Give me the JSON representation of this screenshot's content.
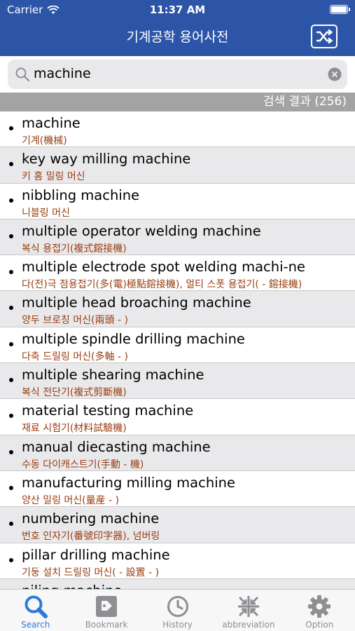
{
  "status": {
    "carrier": "Carrier",
    "time": "11:37 AM"
  },
  "header": {
    "title": "기계공학 용어사전"
  },
  "search": {
    "query": "machine"
  },
  "results": {
    "label": "검색 결과 (256)"
  },
  "items": [
    {
      "en": "machine",
      "ko": "기계(機械)"
    },
    {
      "en": "key way milling machine",
      "ko": "키 홈 밀링 머신"
    },
    {
      "en": "nibbling machine",
      "ko": "니블링 머신"
    },
    {
      "en": "multiple operator welding machine",
      "ko": "복식 용접기(複式鎔接機)"
    },
    {
      "en": "multiple electrode spot welding machi-ne",
      "ko": "다(전)극 점용접기(多(電)極點鎔接機), 멀티 스폿 용접기( - 鎔接機)"
    },
    {
      "en": "multiple head broaching machine",
      "ko": "양두 브로칭 머신(兩頭 - )"
    },
    {
      "en": "multiple spindle drilling machine",
      "ko": "다축 드릴링 머신(多軸 - )"
    },
    {
      "en": "multiple shearing machine",
      "ko": "복식 전단기(複式剪斷機)"
    },
    {
      "en": "material testing machine",
      "ko": "재료 시험기(材料試驗機)"
    },
    {
      "en": "manual diecasting machine",
      "ko": "수동 다이캐스트기(手動 - 機)"
    },
    {
      "en": "manufacturing milling machine",
      "ko": "양산 밀링 머신(量産 - )"
    },
    {
      "en": "numbering machine",
      "ko": "번호 인자기(番號印字器), 넘버링"
    },
    {
      "en": "pillar drilling machine",
      "ko": "기둥 설치 드릴링 머신( - 設置 - )"
    },
    {
      "en": "piling machine",
      "ko": ""
    }
  ],
  "tabs": [
    {
      "label": "Search",
      "icon": "search-icon"
    },
    {
      "label": "Bookmark",
      "icon": "bookmark-icon"
    },
    {
      "label": "History",
      "icon": "clock-icon"
    },
    {
      "label": "abbreviation",
      "icon": "compress-icon"
    },
    {
      "label": "Option",
      "icon": "gear-icon"
    }
  ],
  "colors": {
    "header": "#2c55a8",
    "korean_text": "#9a3c10",
    "active_tab": "#2c7bd9",
    "result_bar": "#a3a3a3"
  }
}
